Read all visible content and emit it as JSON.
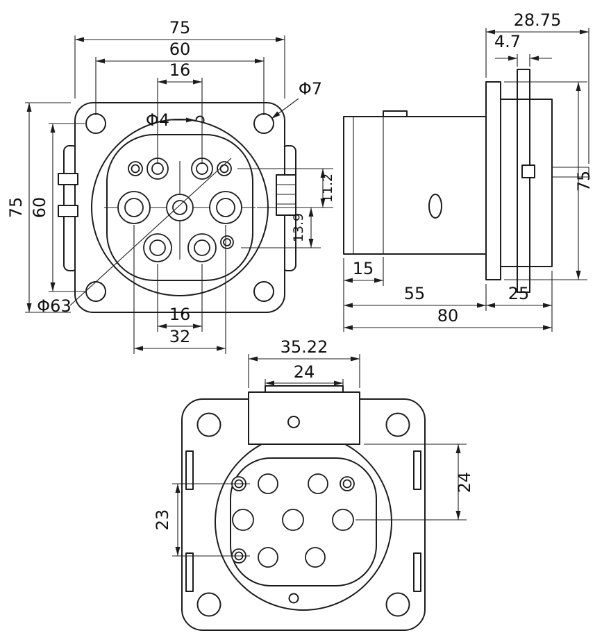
{
  "drawing": {
    "front_view": {
      "width_overall": "75",
      "hole_spacing_h": "60",
      "top_pin_spacing": "16",
      "corner_hole_dia": "Φ7",
      "pilot_hole_dia": "Φ4",
      "height_overall": "75",
      "hole_spacing_v": "60",
      "face_dia": "Φ63",
      "upper_row_offset": "11.2",
      "lower_row_offset": "13.9",
      "bottom_pin_spacing": "16",
      "mid_pin_spread": "32"
    },
    "side_view": {
      "rear_length": "28.75",
      "panel_thickness": "4.7",
      "flange_height": "75",
      "latch_offset": "15",
      "body_length": "55",
      "rear_housing_length": "25",
      "total_length": "80"
    },
    "rear_view": {
      "block_width": "35.22",
      "tab_width": "24",
      "upper_offset": "24",
      "pin_row_span": "23"
    }
  }
}
